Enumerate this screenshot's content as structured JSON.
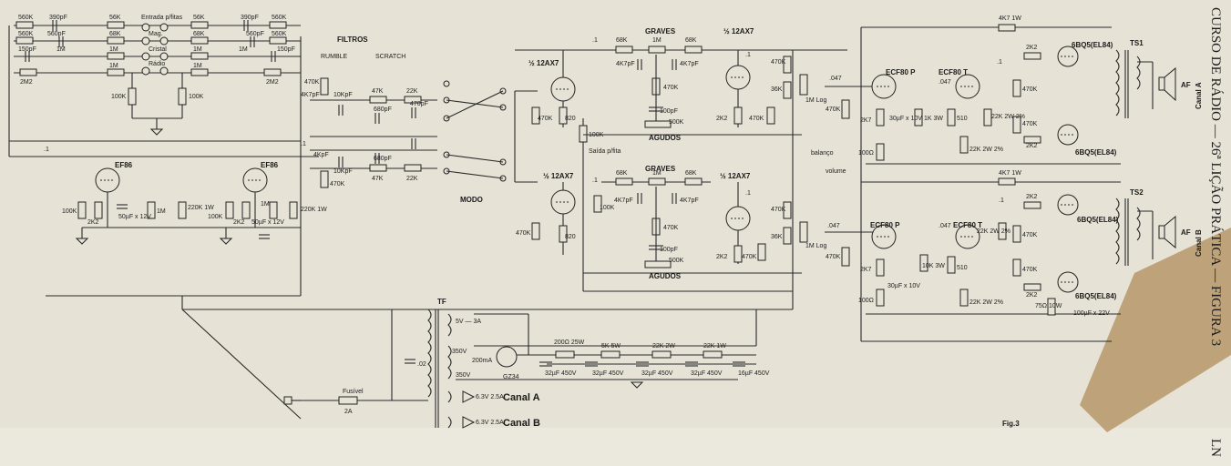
{
  "side_title": "CURSO DE RÁDIO — 26ª LIÇÃO PRÁTICA — FIGURA 3",
  "side_code": "LN",
  "figure_label": "Fig.3",
  "sections": {
    "filtros": "FILTROS",
    "rumble": "RUMBLE",
    "scratch": "SCRATCH",
    "modo": "MODO",
    "entrada": "Entrada p/fitas",
    "mag": "Mag.",
    "cristal": "Cristal",
    "radio": "Rádio",
    "saida": "Saída p/fita",
    "graves": "GRAVES",
    "agudos": "AGUDOS",
    "balanco": "balanço",
    "volume": "volume",
    "canal_a": "Canal A",
    "canal_b": "Canal B",
    "af": "AF",
    "ts1": "TS1",
    "ts2": "TS2",
    "tf": "TF"
  },
  "tubes": {
    "ef86_a": "EF86",
    "ef86_b": "EF86",
    "ax7_1": "½ 12AX7",
    "ax7_2": "½ 12AX7",
    "ax7_3": "½ 12AX7",
    "ax7_4": "½ 12AX7",
    "ecf80p_a": "ECF80 P",
    "ecf80t_a": "ECF80 T",
    "ecf80p_b": "ECF80 P",
    "ecf80t_b": "ECF80 T",
    "bq5_1": "6BQ5(EL84)",
    "bq5_2": "6BQ5(EL84)",
    "bq5_3": "6BQ5(EL84)",
    "bq5_4": "6BQ5(EL84)",
    "gz34": "GZ34"
  },
  "left_network": [
    "560K",
    "390pF",
    "560K",
    "560pF",
    "150pF",
    "1M",
    "2M2"
  ],
  "right_network": [
    "390pF",
    "560K",
    "560pF",
    "560K",
    "150pF",
    "1M",
    "2M2"
  ],
  "input_network": [
    "56K",
    "56K",
    "68K",
    "68K",
    "1M",
    "1M",
    "1M",
    "1M",
    "100K",
    "100K"
  ],
  "preamp_parts": [
    "100K",
    "2K2",
    "50µF x 12V",
    "1M",
    "220K 1W",
    "100K",
    "2K2",
    "50µF x 12V",
    "1M",
    "220K 1W",
    ".1",
    ".1"
  ],
  "filter_parts": [
    "470K",
    "4K7pF",
    "10KpF",
    "47K",
    "22K",
    "680pF",
    "470pF",
    "4KpF",
    "10KpF",
    "680pF",
    "47K",
    "22K",
    "470K"
  ],
  "tone_a": [
    "68K",
    "1M",
    "68K",
    "4K7pF",
    "4K7pF",
    "470K",
    "100pF",
    "500K",
    "470K",
    "820",
    "100K",
    "2K2",
    "470K",
    ".1",
    ".1",
    "470K",
    "36K",
    "1M Log"
  ],
  "tone_b": [
    "68K",
    "1M",
    "68K",
    "4K7pF",
    "4K7pF",
    "470K",
    "100pF",
    "500K",
    "470K",
    "820",
    "100K",
    "2K2",
    "470K",
    ".1",
    ".1",
    "470K",
    "36K",
    "1M Log"
  ],
  "power_a": [
    "4K7 1W",
    "2K2",
    "2K2",
    "470K",
    "470K",
    "22K 2W 2%",
    "22K 2W 2%",
    "2K7",
    "100Ω",
    "30µF x 10V",
    "1K 3W",
    "510",
    ".047",
    ".047",
    "470K",
    ".1"
  ],
  "power_b": [
    "4K7 1W",
    "2K2",
    "2K2",
    "470K",
    "470K",
    "22K 2W 2%",
    "22K 2W 2%",
    "2K7",
    "100Ω",
    "30µF x 10V",
    "10K 3W",
    "510",
    ".047",
    ".047",
    "470K",
    ".1",
    "75Ω 10W",
    "100µF x 22V"
  ],
  "supply": {
    "fusivel": "Fusível",
    "fuse_rating": "2A",
    "cap_02": ".02",
    "sec_5v": "5V — 3A",
    "sec_350a": "350V",
    "sec_350b": "350V",
    "ma200": "200mA",
    "r200": "200Ω 25W",
    "r5k": "5K 5W",
    "r22k_2w": "22K 2W",
    "r22k_1w": "22K 1W",
    "c1": "32µF 450V",
    "c2": "32µF 450V",
    "c3": "32µF 450V",
    "c4": "32µF 450V",
    "c5": "16µF 450V",
    "h1": "6.3V 2.5A",
    "h2": "6.3V 2.5A"
  }
}
